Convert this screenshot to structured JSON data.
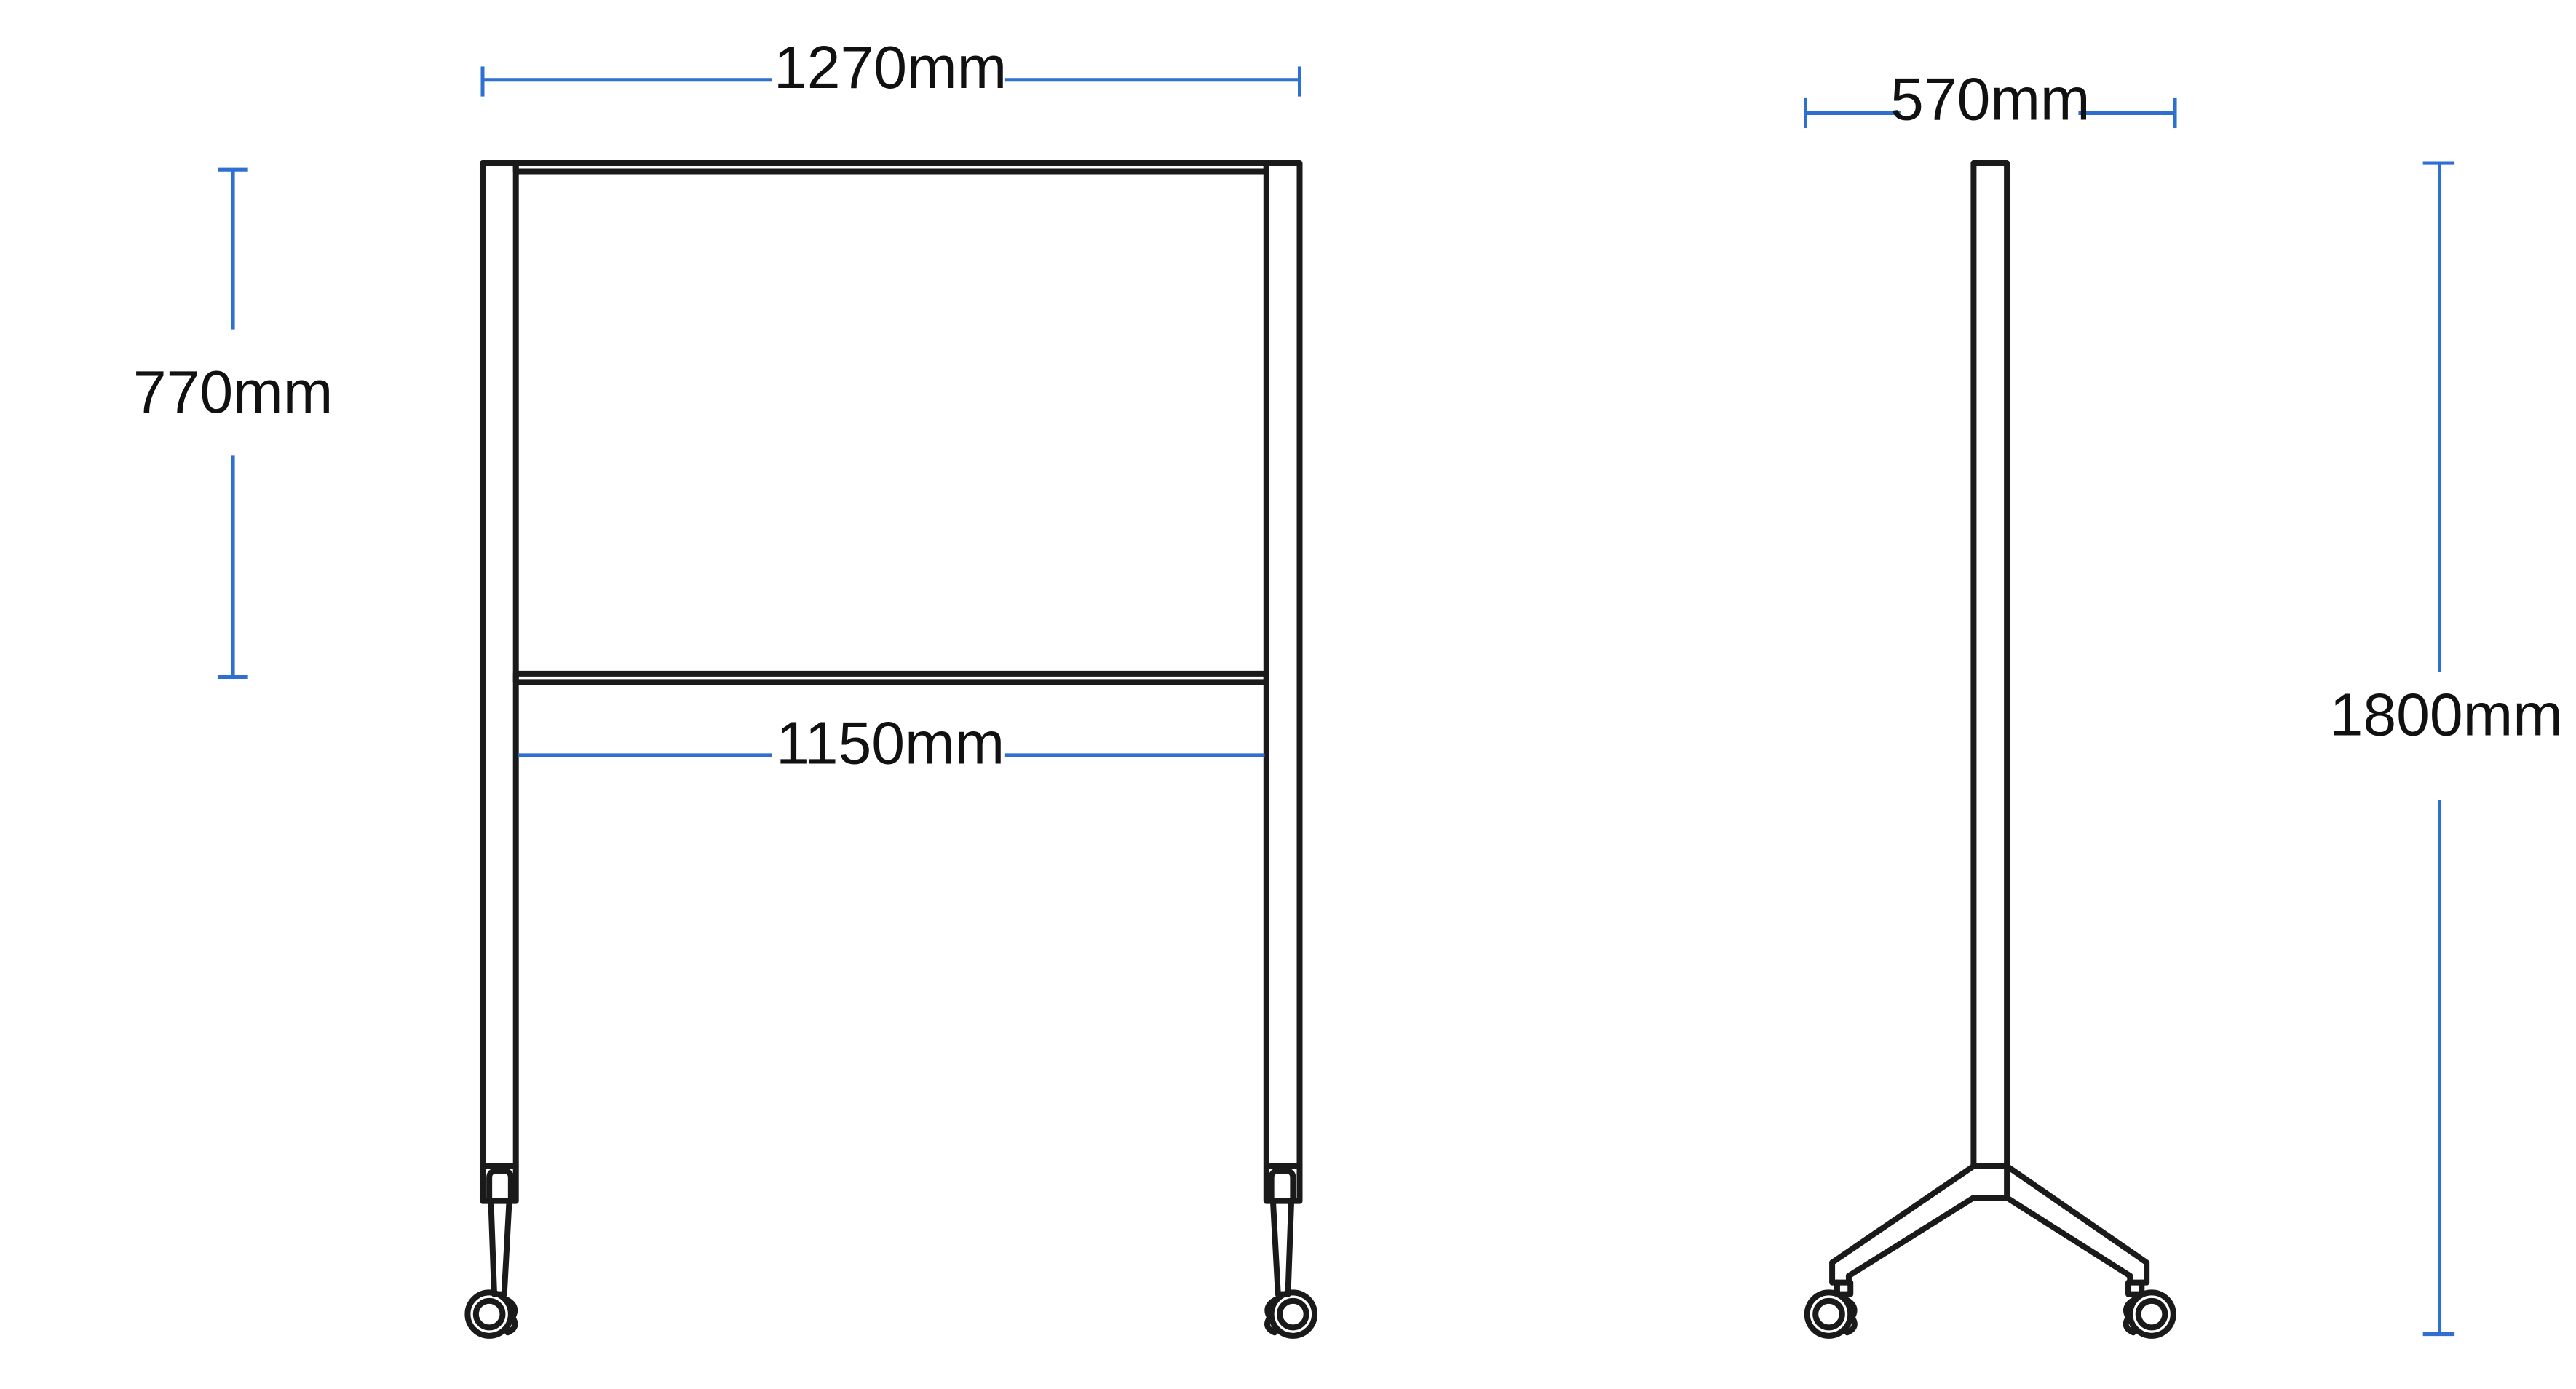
{
  "dimensions": {
    "front_width": "1270mm",
    "inner_width": "1150mm",
    "board_height": "770mm",
    "side_depth": "570mm",
    "total_height": "1800mm"
  },
  "colors": {
    "dimension_line": "#2f6fcf",
    "outline": "#1a1a1a"
  }
}
